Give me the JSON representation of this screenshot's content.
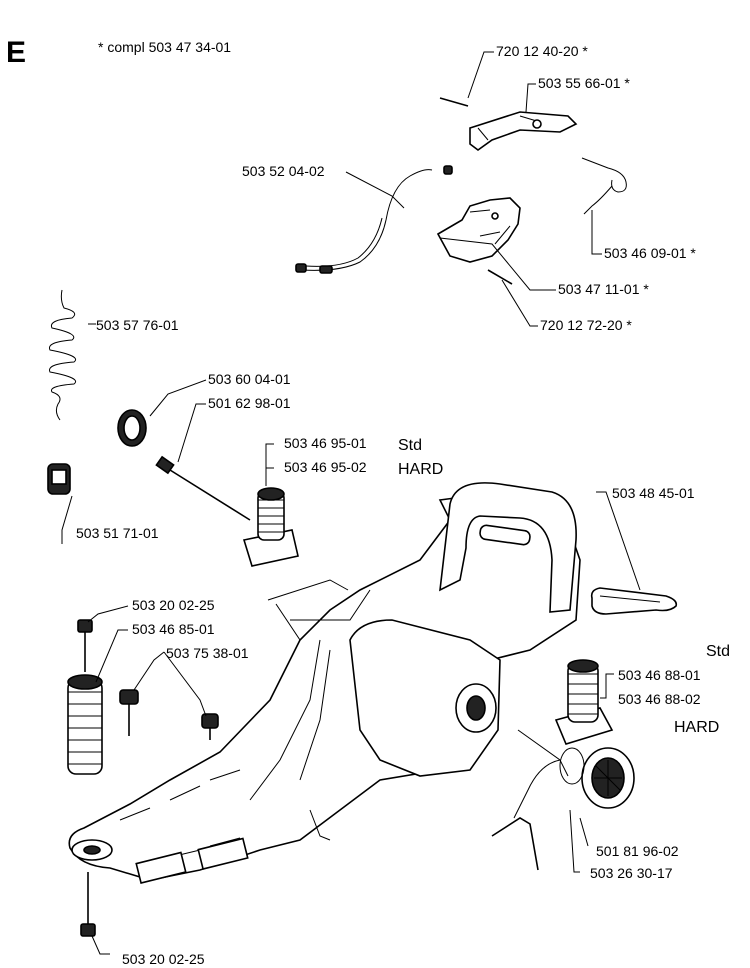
{
  "section_letter": "E",
  "compl_note": "* compl 503 47 34-01",
  "labels": {
    "p1": "720 12 40-20  *",
    "p2": "503 55 66-01  *",
    "p3": "503 52 04-02",
    "p4": "503 46 09-01  *",
    "p5": "503 47 11-01  *",
    "p6": "720 12 72-20  *",
    "p7": "503 57 76-01",
    "p8": "503 60 04-01",
    "p9": "501 62 98-01",
    "p10": "503 46 95-01",
    "p11": "503 46 95-02",
    "p12": "Std",
    "p13": "HARD",
    "p14": "503 51 71-01",
    "p15": "503 48 45-01",
    "p16": "503 20 02-25",
    "p17": "503 46 85-01",
    "p18": "503 75 38-01",
    "p19": "Std",
    "p20": "503 46 88-01",
    "p21": "503 46 88-02",
    "p22": "HARD",
    "p23": "501 81 96-02",
    "p24": "503 26 30-17",
    "p25": "503 20 02-25"
  }
}
